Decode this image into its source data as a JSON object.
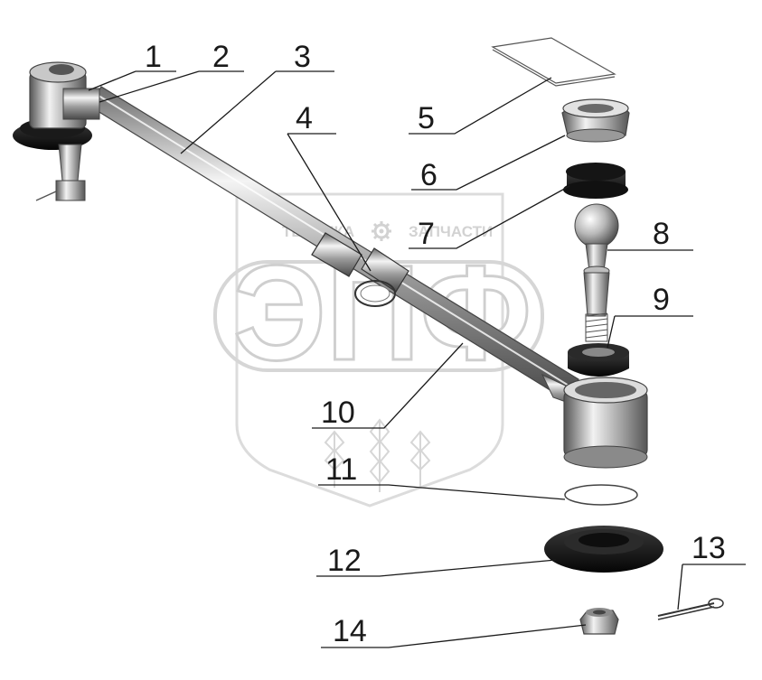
{
  "watermark": {
    "top_left": "ТЕХНИКА",
    "top_right": "ЗАПЧАСТИ",
    "logo": "ЭПФ",
    "gear_icon": "gear-icon"
  },
  "callouts": [
    {
      "id": "1",
      "label": "1"
    },
    {
      "id": "2",
      "label": "2"
    },
    {
      "id": "3",
      "label": "3"
    },
    {
      "id": "4",
      "label": "4"
    },
    {
      "id": "5",
      "label": "5"
    },
    {
      "id": "6",
      "label": "6"
    },
    {
      "id": "7",
      "label": "7"
    },
    {
      "id": "8",
      "label": "8"
    },
    {
      "id": "9",
      "label": "9"
    },
    {
      "id": "10",
      "label": "10"
    },
    {
      "id": "11",
      "label": "11"
    },
    {
      "id": "12",
      "label": "12"
    },
    {
      "id": "13",
      "label": "13"
    },
    {
      "id": "14",
      "label": "14"
    }
  ]
}
